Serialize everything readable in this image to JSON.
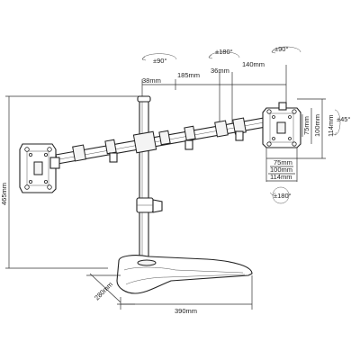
{
  "rotations": {
    "left_tilt": "±90°",
    "middle_swivel": "±180°",
    "right_tilt": "±90°",
    "right_rotate": "±45°",
    "plate_rotate": "±180°"
  },
  "dimensions": {
    "arm_38": "38mm",
    "arm_185": "185mm",
    "arm_36": "36mm",
    "arm_140": "140mm",
    "height_465": "465mm",
    "base_depth": "280mm",
    "base_width": "390mm",
    "vesa_v75": "75mm",
    "vesa_v100": "100mm",
    "vesa_v114": "114mm",
    "vesa_h75": "75mm",
    "vesa_h100": "100mm",
    "vesa_h114": "114mm"
  }
}
